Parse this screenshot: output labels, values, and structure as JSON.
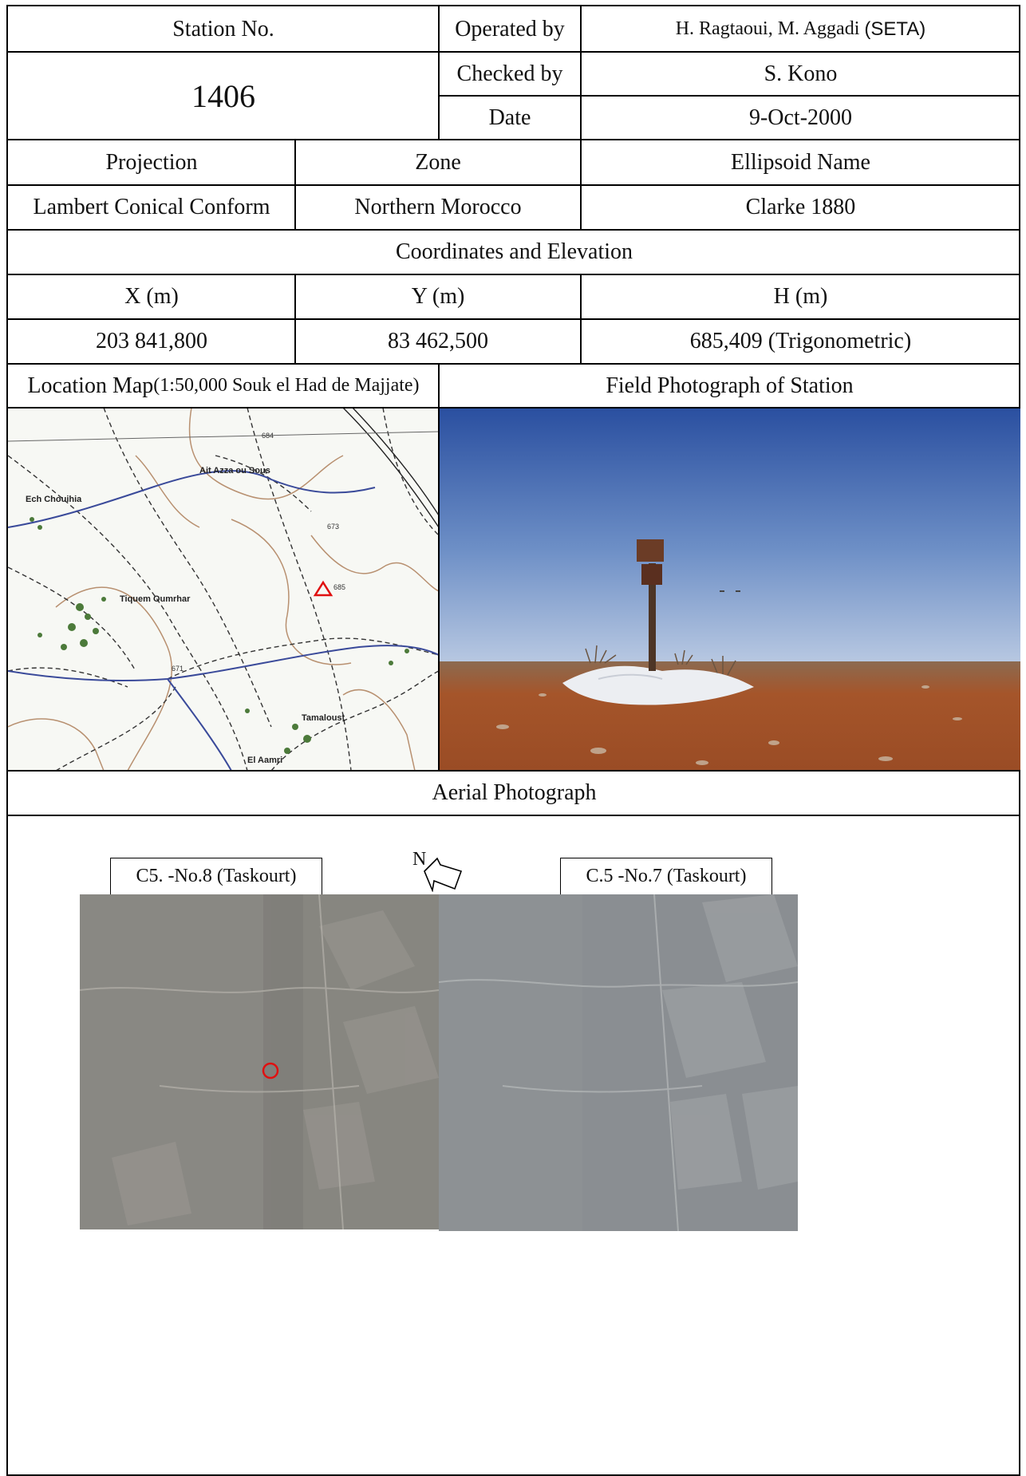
{
  "header": {
    "station_label": "Station No.",
    "station_number": "1406",
    "operated_label": "Operated by",
    "operated_value": "H. Ragtaoui, M. Aggadi",
    "operated_org": "(SETA)",
    "checked_label": "Checked by",
    "checked_value": "S. Kono",
    "date_label": "Date",
    "date_value": "9-Oct-2000"
  },
  "projection": {
    "projection_label": "Projection",
    "zone_label": "Zone",
    "ellipsoid_label": "Ellipsoid Name",
    "projection_value": "Lambert Conical Conform",
    "zone_value": "Northern Morocco",
    "ellipsoid_value": "Clarke 1880"
  },
  "coordinates": {
    "section_label": "Coordinates and Elevation",
    "x_label": "X (m)",
    "y_label": "Y (m)",
    "h_label": "H (m)",
    "x_value": "203 841,800",
    "y_value": "83 462,500",
    "h_value": "685,409 (Trigonometric)"
  },
  "maps": {
    "location_label": "Location Map",
    "location_scale": "(1:50,000 Souk el Had de Majjate)",
    "field_photo_label": "Field Photograph of Station",
    "map_place_labels": [
      "Tiquem Oumrhar",
      "Tamaloust",
      "Ait Azza ou Sous",
      "Ech Chouihia",
      "El Aamri"
    ],
    "map_spot_heights": [
      "673",
      "685",
      "671",
      "684"
    ]
  },
  "aerial": {
    "section_label": "Aerial Photograph",
    "north_label": "N",
    "left_photo_label": "C5. -No.8 (Taskourt)",
    "right_photo_label": "C.5 -No.7 (Taskourt)"
  },
  "colors": {
    "marker": "#e01010",
    "sky_top": "#2a4fa0",
    "ground": "#a5552a",
    "map_road": "#3a4a9a"
  }
}
